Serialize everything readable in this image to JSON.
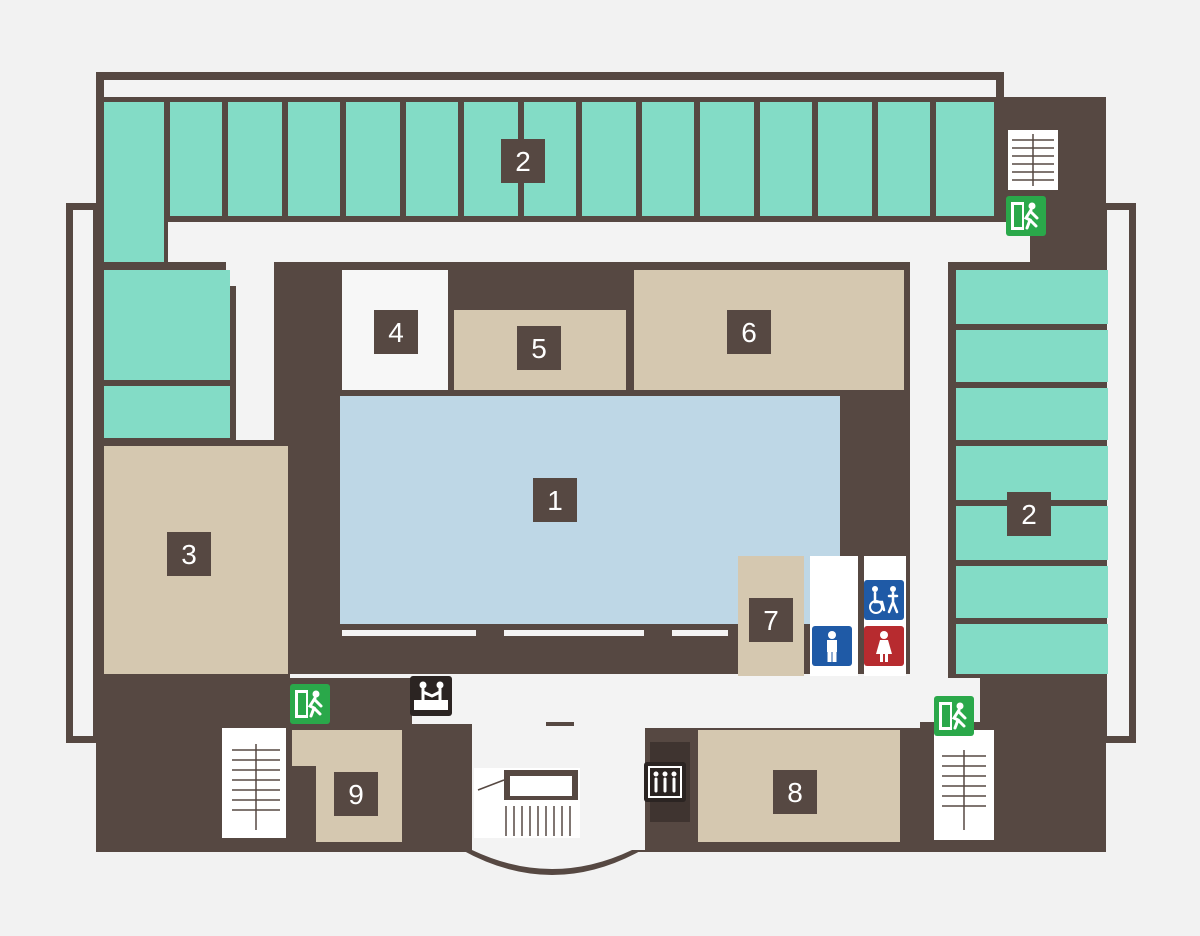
{
  "colors": {
    "background": "#f2f2f2",
    "wall": "#564842",
    "corridor": "#f3f3f3",
    "office": "#83dcc6",
    "hall": "#bed7e6",
    "room": "#d5c8b0",
    "label_bg": "#564842",
    "label_text": "#ffffff",
    "exit_green": "#2aa84a",
    "restroom_male": "#1f5aa6",
    "restroom_female": "#b72b2f",
    "accessible": "#1f5aa6"
  },
  "rooms": {
    "hall": "1",
    "offices_north": "2",
    "offices_east": "2",
    "room_3": "3",
    "room_4": "4",
    "room_5": "5",
    "room_6": "6",
    "room_7": "7",
    "room_8": "8",
    "room_9": "9"
  },
  "icons": {
    "emergency_exit": "emergency-exit-icon",
    "reception": "reception-desk-icon",
    "elevator": "elevator-icon",
    "restroom_male": "restroom-male-icon",
    "restroom_female": "restroom-female-icon",
    "accessible_restroom": "accessible-restroom-icon",
    "stairs": "stairs-icon"
  }
}
